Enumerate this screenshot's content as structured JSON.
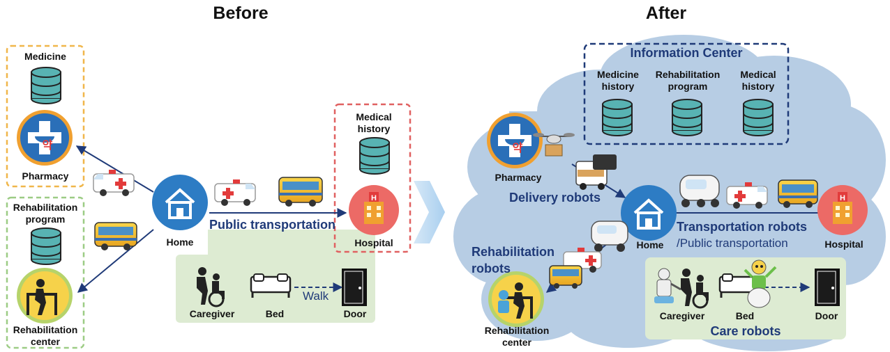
{
  "before": {
    "title": "Before",
    "medicine_label": "Medicine",
    "pharmacy_label": "Pharmacy",
    "rehab_program_label": "Rehabilitation\nprogram",
    "rehab_center_label": "Rehabilitation\ncenter",
    "home_label": "Home",
    "hospital_label": "Hospital",
    "medical_history_label": "Medical\nhistory",
    "public_transport_label": "Public transportation",
    "caregiver_label": "Caregiver",
    "bed_label": "Bed",
    "door_label": "Door",
    "walk_label": "Walk",
    "pharmacy_sign": "약",
    "hospital_sign": "H"
  },
  "after": {
    "title": "After",
    "info_center_title": "Information Center",
    "medicine_history_label": "Medicine\nhistory",
    "rehab_program_label": "Rehabilitation\nprogram",
    "medical_history_label": "Medical\nhistory",
    "pharmacy_label": "Pharmacy",
    "delivery_robots_label": "Delivery robots",
    "home_label": "Home",
    "hospital_label": "Hospital",
    "transport_robots_label": "Transportation robots",
    "public_transport_label": "/Public transportation",
    "rehab_robots_label": "Rehabilitation\nrobots",
    "rehab_center_label": "Rehabilitation\ncenter",
    "caregiver_label": "Caregiver",
    "bed_label": "Bed",
    "door_label": "Door",
    "care_robots_label": "Care robots",
    "pharmacy_sign": "약",
    "hospital_sign": "H"
  },
  "colors": {
    "arrow_blue": "#1f3a78",
    "cloud": "#b7cde4",
    "db_teal": "#58b3b3",
    "home_blue": "#2d7cc4",
    "hospital_red": "#ec6a66",
    "rehab_yellow": "#f6d24a",
    "green_panel": "#ddebd2",
    "orange_dash": "#f0b64a",
    "green_dash": "#9ccc84",
    "red_dash": "#e06060"
  }
}
